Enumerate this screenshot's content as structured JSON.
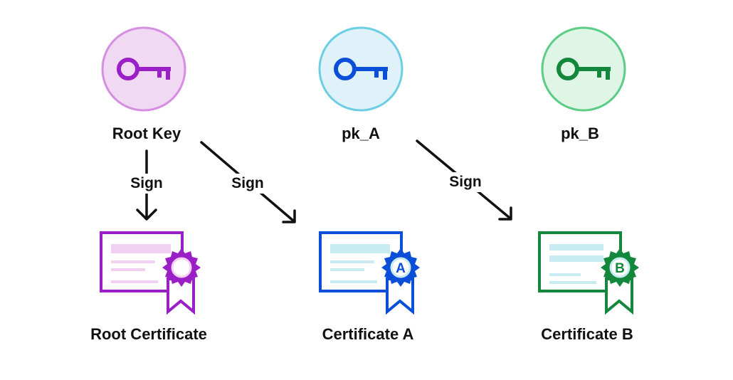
{
  "keys": [
    {
      "id": "root",
      "label": "Root Key",
      "color": "#9b1fc7",
      "fill": "#f1d8f3",
      "stroke": "#d58ee0"
    },
    {
      "id": "a",
      "label": "pk_A",
      "color": "#0b4fd8",
      "fill": "#e0f2f9",
      "stroke": "#6ccde3"
    },
    {
      "id": "b",
      "label": "pk_B",
      "color": "#13873c",
      "fill": "#dff5e5",
      "stroke": "#5ccc86"
    }
  ],
  "certificates": [
    {
      "id": "root",
      "label": "Root Certificate",
      "badge_letter": "",
      "color": "#9b1fc7",
      "line_color": "#f1d0f3"
    },
    {
      "id": "a",
      "label": "Certificate A",
      "badge_letter": "A",
      "color": "#0b4fd8",
      "line_color": "#c8ebf2"
    },
    {
      "id": "b",
      "label": "Certificate B",
      "badge_letter": "B",
      "color": "#13873c",
      "line_color": "#c8ebf2"
    }
  ],
  "edges": [
    {
      "from": "Root Key",
      "to": "Root Certificate",
      "label": "Sign"
    },
    {
      "from": "Root Key",
      "to": "Certificate A",
      "label": "Sign"
    },
    {
      "from": "pk_A",
      "to": "Certificate B",
      "label": "Sign"
    }
  ]
}
